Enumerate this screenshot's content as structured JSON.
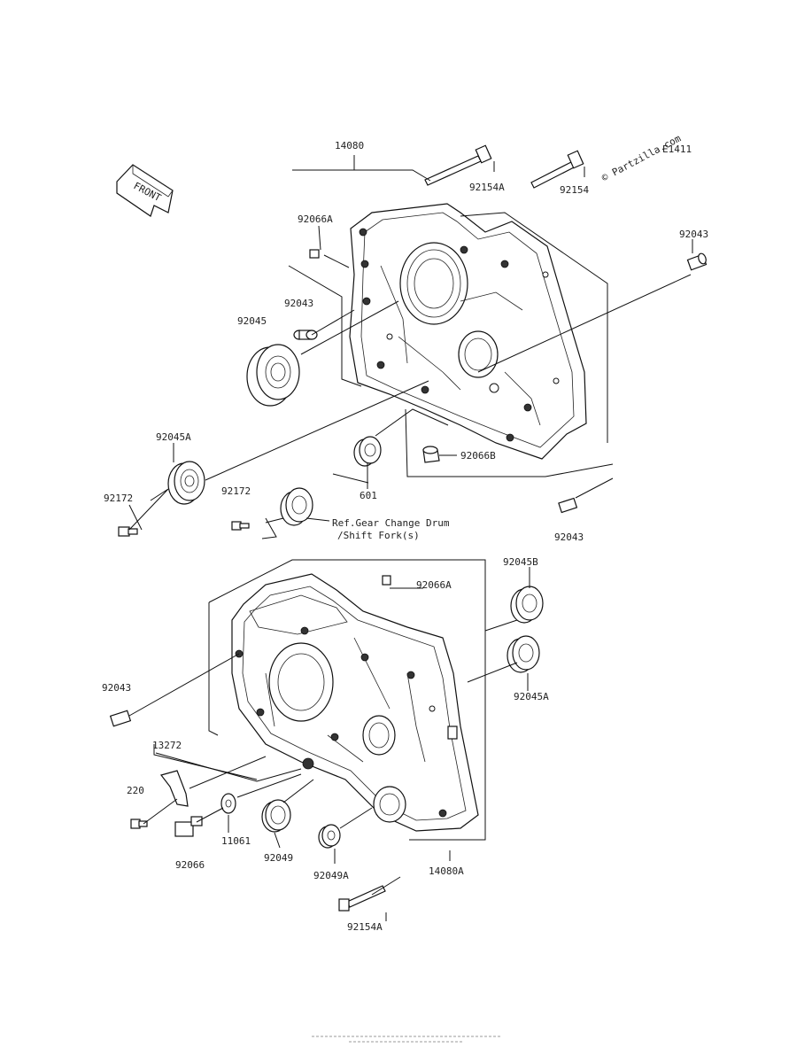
{
  "diagram_code": "E1411",
  "watermark": "© Partzilla.com",
  "front_badge": "FRONT",
  "reference_note": {
    "line1": "Ref.Gear Change Drum",
    "line2": "/Shift Fork(s)"
  },
  "labels": {
    "p14080": "14080",
    "p92154A_top": "92154A",
    "p92154": "92154",
    "p92066A_top": "92066A",
    "p92043_tr": "92043",
    "p92043_left": "92043",
    "p92045": "92045",
    "p92045A_left": "92045A",
    "p92172_a": "92172",
    "p92172_b": "92172",
    "p601": "601",
    "p92066B": "92066B",
    "p92043_mid": "92043",
    "p92045B": "92045B",
    "p92066A_mid": "92066A",
    "p92045A_right": "92045A",
    "p92043_low": "92043",
    "p13272": "13272",
    "p220": "220",
    "p11061": "11061",
    "p92049": "92049",
    "p92049A": "92049A",
    "p92066": "92066",
    "p14080A": "14080A",
    "p92154A_bot": "92154A"
  }
}
